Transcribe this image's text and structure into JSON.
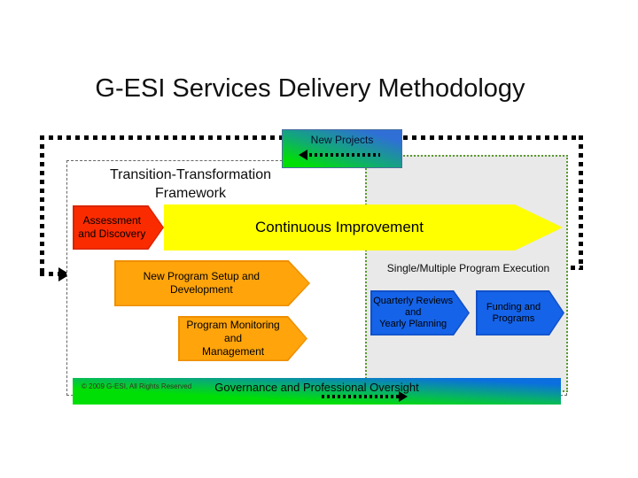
{
  "title": "G-ESI Services Delivery Methodology",
  "new_projects": {
    "label": "New Projects"
  },
  "framework": {
    "title": "Transition-Transformation\nFramework",
    "arrows": {
      "assessment": "Assessment\nand Discovery",
      "continuous_improvement": "Continuous Improvement",
      "new_program": "New Program Setup and\nDevelopment",
      "program_monitoring": "Program Monitoring and\nManagement"
    }
  },
  "execution_panel": {
    "title": "Single/Multiple Program Execution",
    "arrows": {
      "quarterly": "Quarterly Reviews\nand\nYearly Planning",
      "funding": "Funding and\nPrograms"
    }
  },
  "footer_bar": {
    "copyright": "© 2009 G-ESI, All Rights Reserved",
    "label": "Governance and Professional Oversight"
  },
  "colors": {
    "red_arrow": "#FB2B00",
    "red_arrow_border": "#D92400",
    "yellow_arrow": "#FFFF00",
    "orange_arrow": "#FFA40B",
    "orange_arrow_border": "#EE8F00",
    "blue_arrow": "#1563E8",
    "blue_arrow_border": "#1150C6",
    "panel_bg": "#E9E9E9",
    "panel_border_green": "#5A9A2D",
    "gradient_green": "#00DF05",
    "gradient_blue": "#0B6FE0"
  }
}
